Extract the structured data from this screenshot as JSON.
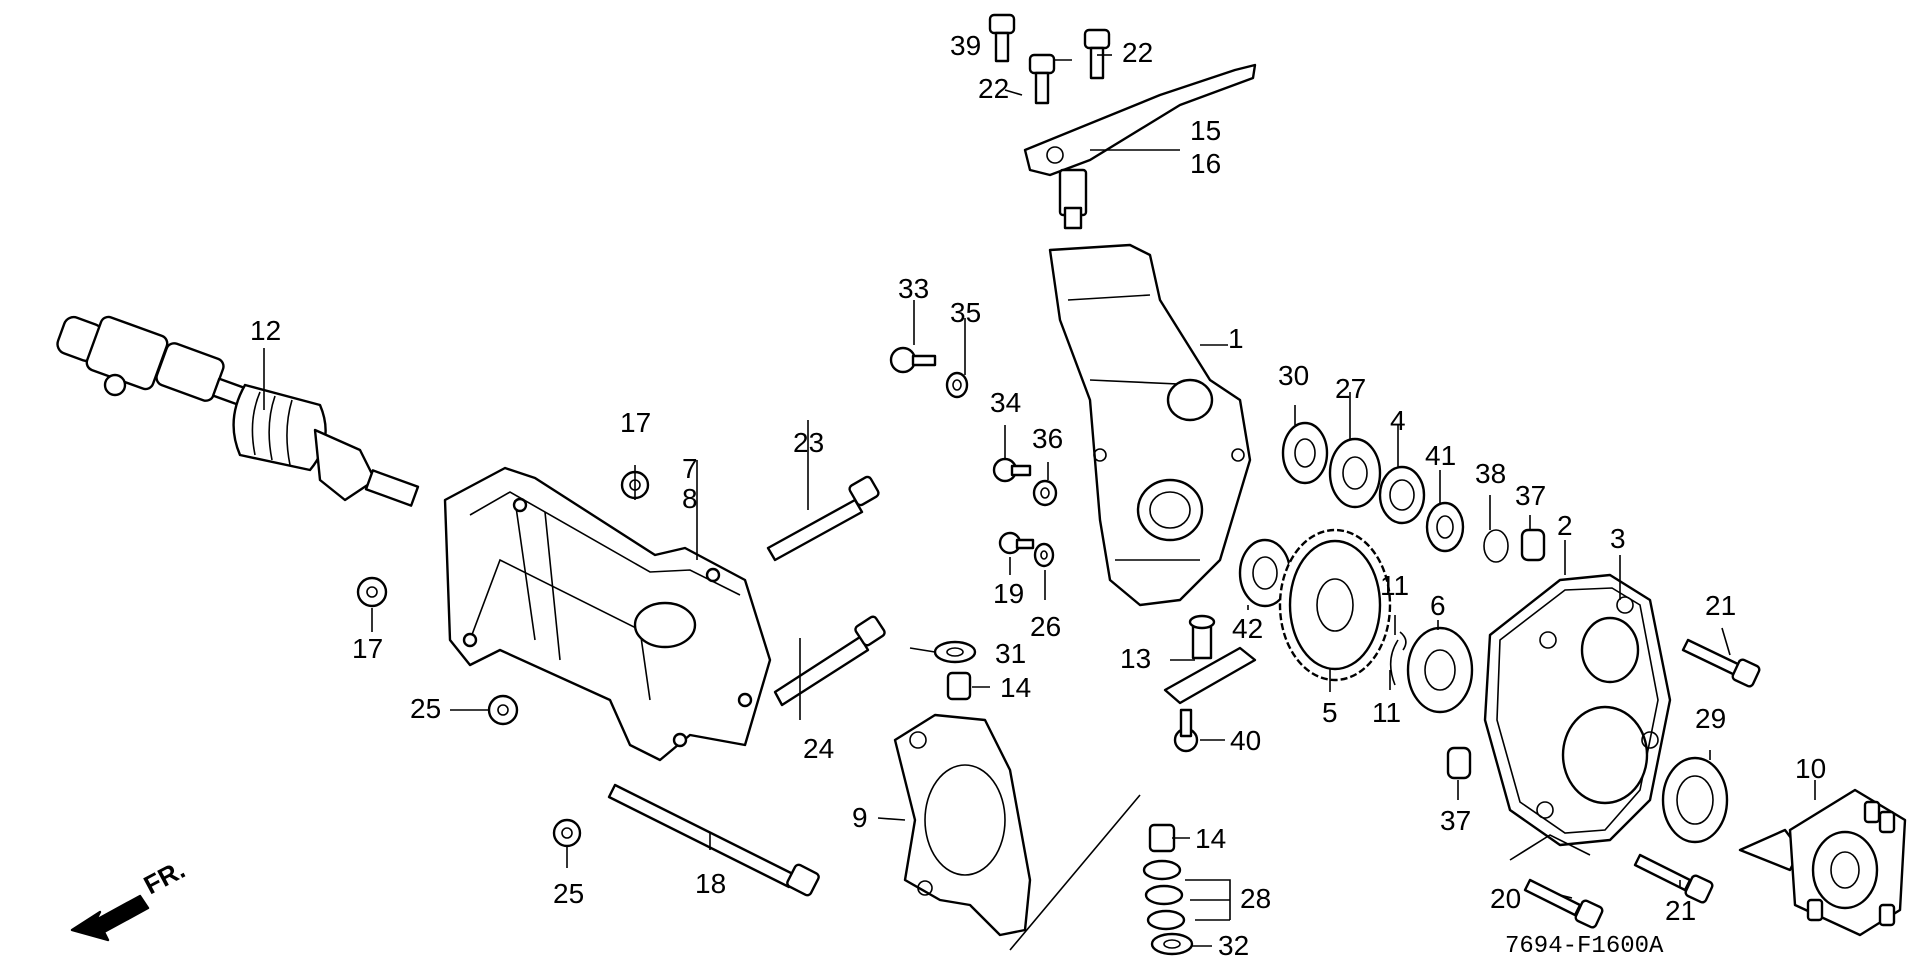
{
  "diagram_code": "7694-F1600A",
  "direction_label": "FR.",
  "callouts": {
    "c1": "1",
    "c2": "2",
    "c3": "3",
    "c4": "4",
    "c5": "5",
    "c6": "6",
    "c7": "7",
    "c8": "8",
    "c9": "9",
    "c10": "10",
    "c11a": "11",
    "c11b": "11",
    "c12": "12",
    "c13": "13",
    "c14a": "14",
    "c14b": "14",
    "c15": "15",
    "c16": "16",
    "c17a": "17",
    "c17b": "17",
    "c18": "18",
    "c19": "19",
    "c20": "20",
    "c21a": "21",
    "c21b": "21",
    "c22a": "22",
    "c22b": "22",
    "c23": "23",
    "c24": "24",
    "c25a": "25",
    "c25b": "25",
    "c26": "26",
    "c27": "27",
    "c28": "28",
    "c29": "29",
    "c30": "30",
    "c31": "31",
    "c32": "32",
    "c33": "33",
    "c34": "34",
    "c35": "35",
    "c36": "36",
    "c37a": "37",
    "c37b": "37",
    "c38": "38",
    "c39": "39",
    "c40": "40",
    "c41": "41",
    "c42": "42"
  }
}
